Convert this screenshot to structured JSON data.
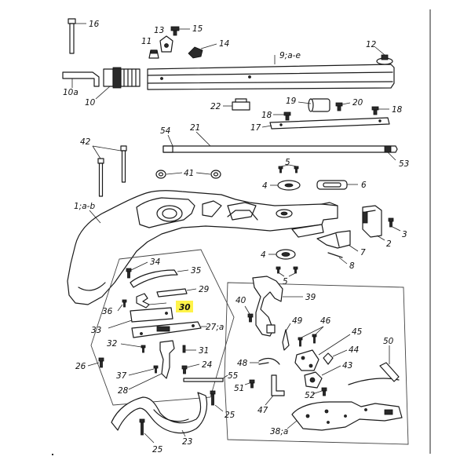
{
  "highlight_color": "#fff34a",
  "labels": {
    "l16": "16",
    "l13": "13",
    "l15": "15",
    "l11": "11",
    "l14": "14",
    "l9": "9;a-e",
    "l12": "12",
    "l10a": "10a",
    "l10": "10",
    "l22": "22",
    "l19": "19",
    "l20": "20",
    "l18a": "18",
    "l18b": "18",
    "l17": "17",
    "l54": "54",
    "l21": "21",
    "l53": "53",
    "l42": "42",
    "l41": "41",
    "l5a": "5",
    "l4a": "4",
    "l6": "6",
    "l1": "1;a-b",
    "l3": "3",
    "l2": "2",
    "l4b": "4",
    "l7": "7",
    "l8": "8",
    "l5b": "5",
    "l34": "34",
    "l35": "35",
    "l29": "29",
    "l36": "36",
    "l30": "30",
    "l33": "33",
    "l27": "27;a",
    "l32": "32",
    "l31": "31",
    "l26": "26",
    "l37": "37",
    "l24": "24",
    "l55": "55",
    "l28": "28",
    "l25a": "25",
    "l23": "23",
    "l25b": "25",
    "l40": "40",
    "l39": "39",
    "l49": "49",
    "l46": "46",
    "l45": "45",
    "l44": "44",
    "l48": "48",
    "l43": "43",
    "l50": "50",
    "l51": "51",
    "l52": "52",
    "l47": "47",
    "l38": "38;a"
  }
}
